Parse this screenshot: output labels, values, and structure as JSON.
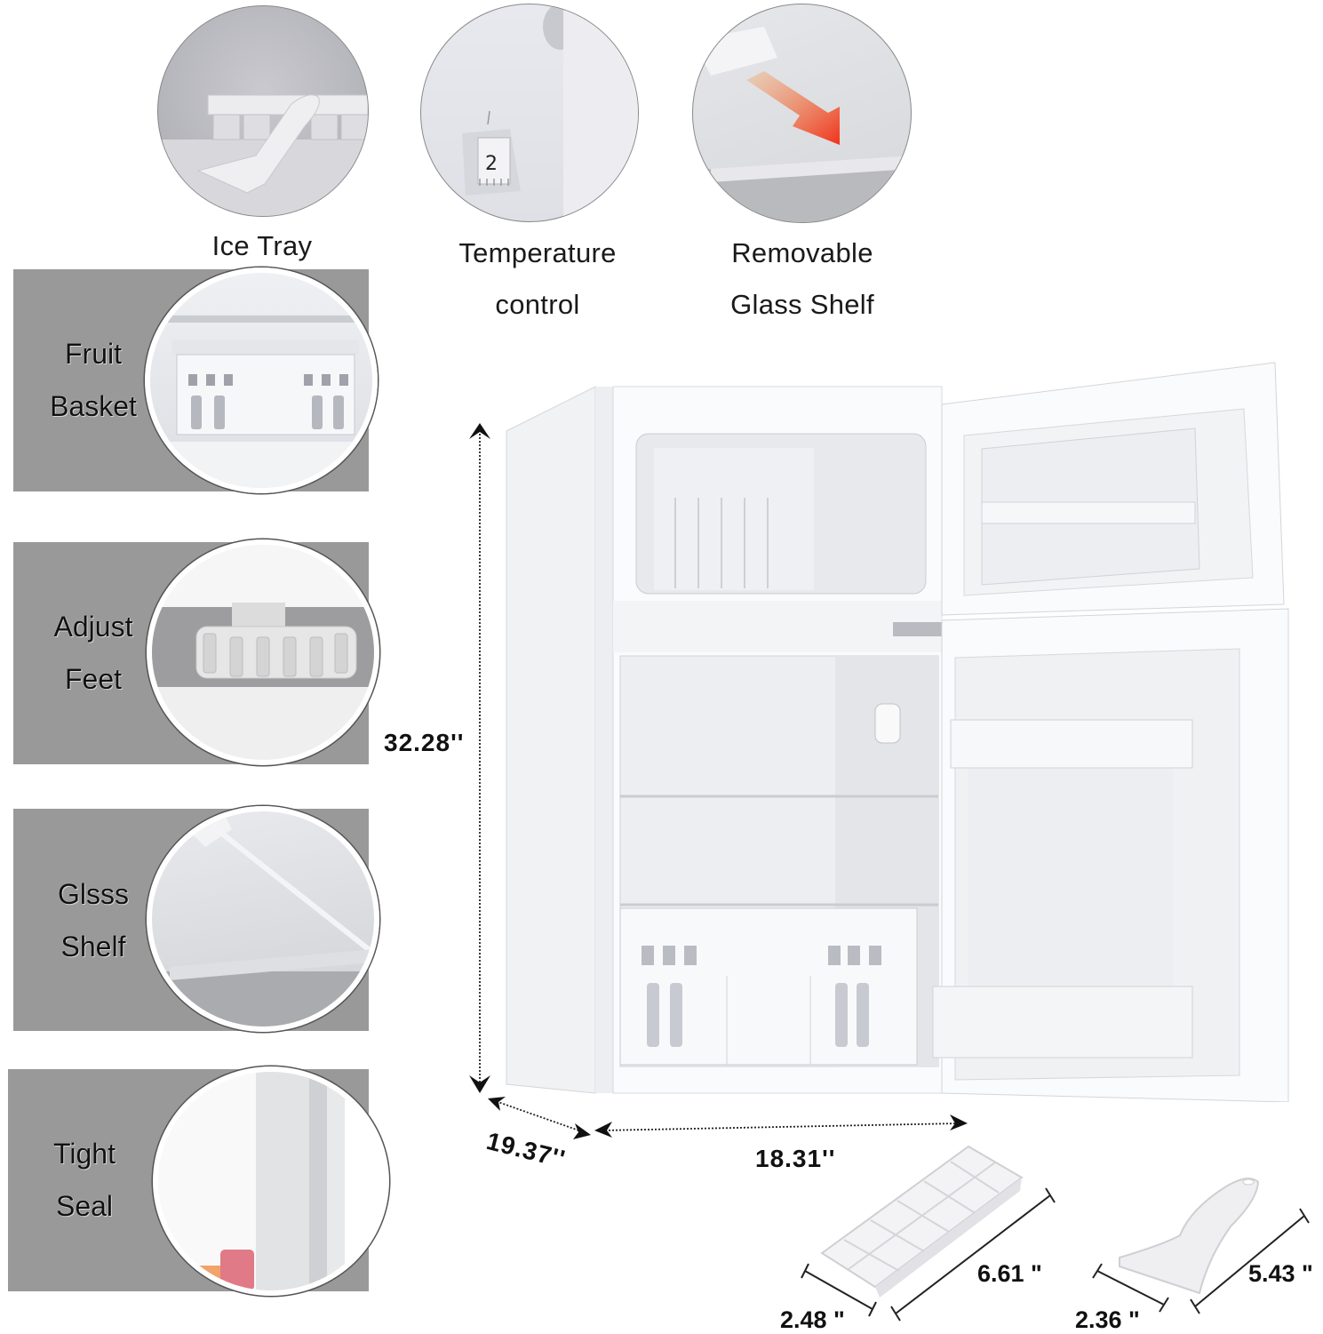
{
  "features_top": [
    {
      "label": "Ice Tray",
      "icon": "ice-tray-scraper-icon"
    },
    {
      "label_line1": "Temperature",
      "label_line2": "control",
      "dial_value": "2",
      "icon": "thermostat-dial-icon"
    },
    {
      "label_line1": "Removable",
      "label_line2": "Glass Shelf",
      "icon": "orange-arrow-icon",
      "arrow_color": "#f0501e"
    }
  ],
  "features_left": [
    {
      "line1": "Fruit",
      "line2": "Basket",
      "icon": "fruit-basket-icon"
    },
    {
      "line1": "Adjust",
      "line2": "Feet",
      "icon": "adjustable-foot-icon"
    },
    {
      "line1": "Glsss",
      "line2": "Shelf",
      "icon": "glass-shelf-icon"
    },
    {
      "line1": "Tight",
      "line2": "Seal",
      "icon": "door-seal-icon"
    }
  ],
  "dimensions": {
    "height": "32.28''",
    "depth": "19.37''",
    "width": "18.31''"
  },
  "accessories": {
    "ice_tray": {
      "length": "6.61 \"",
      "width": "2.48 \""
    },
    "scraper": {
      "length": "5.43 \"",
      "width": "2.36 \""
    }
  },
  "colors": {
    "panel_gray": "#999999",
    "fridge_white": "#f7f8fa",
    "interior_shadow": "#e4e6ea",
    "accent_orange": "#f0501e"
  }
}
